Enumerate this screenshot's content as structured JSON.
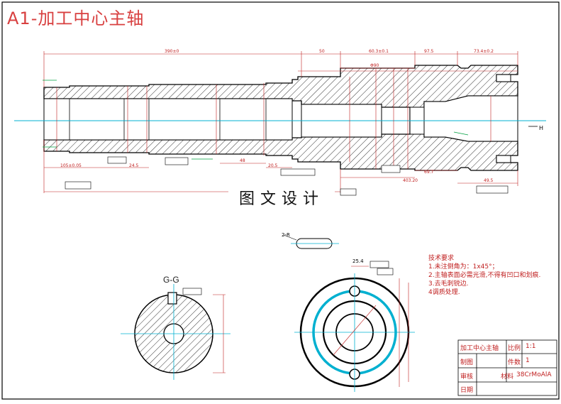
{
  "drawing": {
    "title": "A1-加工中心主轴",
    "watermark": "图文设计",
    "section_label": "G-G",
    "keyway_label": "2-R",
    "dimension_labels": {
      "d50": "50",
      "d97_5": "97.5",
      "d25_4": "25.4"
    }
  },
  "technical_requirements": {
    "heading": "技术要求",
    "items": [
      "1.未注倒角为：1x45°；",
      "2.主轴表面必需光滑,不得有凹口和划痕.",
      "3.去毛刺锐边.",
      "4调质处理."
    ]
  },
  "title_block": {
    "part_name": "加工中心主轴",
    "scale_label": "比例",
    "scale_value": "1:1",
    "qty_label": "件数",
    "qty_value": "1",
    "drawn_label": "制图",
    "checked_label": "审核",
    "material_label": "材料",
    "material_value": "38CrMoAlA",
    "date_label": "日期"
  },
  "colors": {
    "outline": "#000000",
    "centerline": "#00b0d0",
    "dimension": "#c02020",
    "hatch": "#000000"
  }
}
